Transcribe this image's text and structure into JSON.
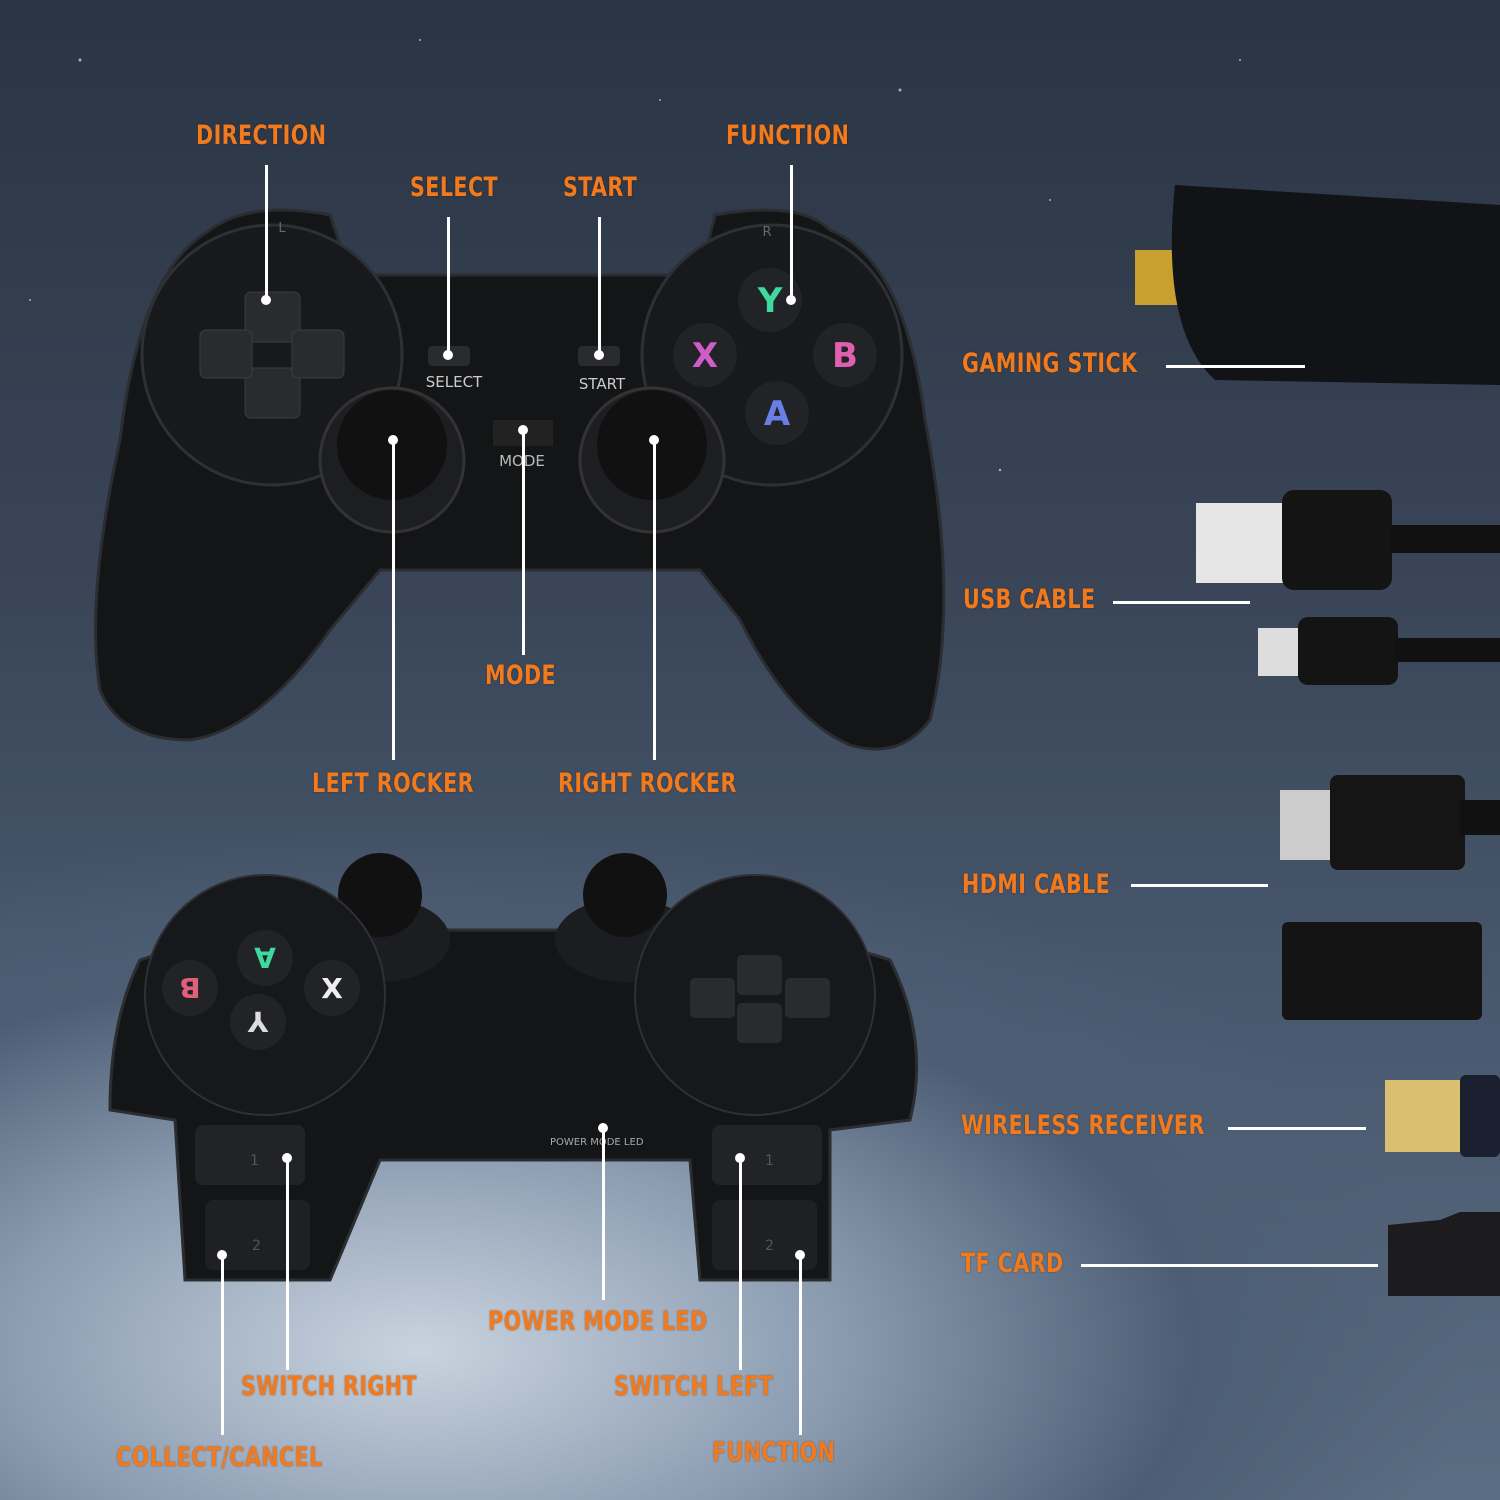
{
  "labels": {
    "direction": "DIRECTION",
    "select": "SELECT",
    "start": "START",
    "function_top": "FUNCTION",
    "mode": "MODE",
    "left_rocker": "LEFT ROCKER",
    "right_rocker": "RIGHT ROCKER",
    "gaming_stick": "GAMING STICK",
    "usb_cable": "USB CABLE",
    "hdmi_cable": "HDMI CABLE",
    "wireless_receiver": "WIRELESS RECEIVER",
    "tf_card": "TF CARD",
    "power_mode_led": "POWER MODE LED",
    "switch_right": "SWITCH RIGHT",
    "switch_left": "SWITCH LEFT",
    "collect_cancel": "COLLECT/CANCEL",
    "function_bottom": "FUNCTION"
  },
  "controller_markings": {
    "l": "L",
    "r": "R",
    "select": "SELECT",
    "start": "START",
    "mode": "MODE",
    "x": "X",
    "y": "Y",
    "a": "A",
    "b": "B",
    "power_mode_led": "POWER  MODE LED",
    "one": "1",
    "two": "2"
  },
  "colors": {
    "label": "#f27a1c",
    "line": "#ffffff",
    "y": "#3fd9a0",
    "x": "#d05cc8",
    "b": "#e060b0",
    "a": "#6a7ee8"
  }
}
